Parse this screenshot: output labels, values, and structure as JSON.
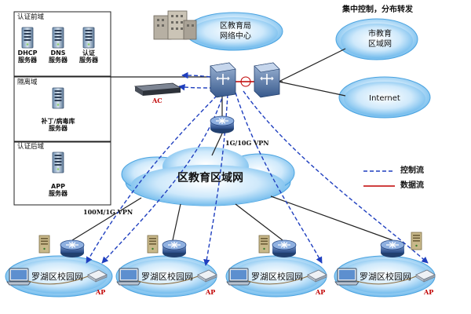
{
  "auth_front": {
    "title": "认证前域",
    "servers": [
      {
        "name": "DHCP",
        "role": "服务器"
      },
      {
        "name": "DNS",
        "role": "服务器"
      },
      {
        "name": "认证",
        "role": "服务器"
      }
    ]
  },
  "isolation": {
    "title": "隔离域",
    "server": {
      "name": "补丁/病毒库",
      "role": "服务器"
    }
  },
  "auth_back": {
    "title": "认证后域",
    "server": {
      "name": "APP",
      "role": "服务器"
    }
  },
  "center": {
    "line1": "区教育局",
    "line2": "网络中心"
  },
  "city": {
    "line1": "市教育",
    "line2": "区域网"
  },
  "internet": "Internet",
  "slogan": "集中控制，分布转发",
  "ac": "AC",
  "link_core": "1G/10G VPN",
  "link_campus": "100M/1G VPN",
  "district": "区教育区域网",
  "campuses": [
    "罗湖区校园网",
    "罗湖区校园网",
    "罗湖区校园网",
    "罗湖区校园网"
  ],
  "ap_label": "AP",
  "legend": {
    "control": "控制流",
    "data": "数据流"
  },
  "colors": {
    "control": "#1f3fbf",
    "data": "#c00000",
    "line": "#222222"
  }
}
